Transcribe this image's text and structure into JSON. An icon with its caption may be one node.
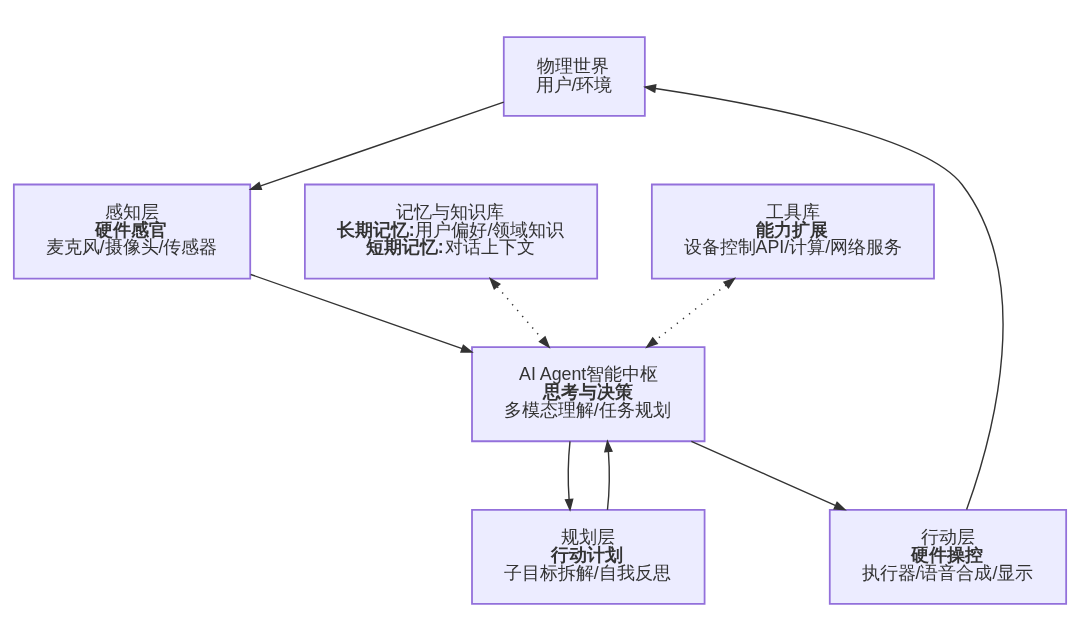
{
  "diagram": {
    "nodes": [
      {
        "text": [
          "物理世界",
          "用户/环境"
        ]
      },
      {
        "text": [
          "感知层",
          "硬件感官",
          "麦克风/摄像头/传感器"
        ]
      },
      {
        "text": [
          "记忆与知识库",
          "**长期记忆:**用户偏好/领域知识",
          "**短期记忆:**对话上下文"
        ]
      },
      {
        "text": [
          "工具库",
          "能力扩展",
          "设备控制API/计算/网络服务"
        ]
      },
      {
        "text": [
          "AI Agent智能中枢",
          "思考与决策",
          "多模态理解/任务规划"
        ]
      },
      {
        "text": [
          "规划层",
          "行动计划",
          "子目标拆解/自我反思"
        ]
      },
      {
        "text": [
          "行动层",
          "硬件操控",
          "执行器/语音合成/显示"
        ]
      }
    ],
    "edges": [
      {
        "from": 0,
        "to": 1,
        "arrow": "to"
      },
      {
        "from": 1,
        "to": 4,
        "arrow": "to"
      },
      {
        "from": 2,
        "to": 4,
        "arrow": "both",
        "style": "dashed"
      },
      {
        "from": 3,
        "to": 4,
        "arrow": "both",
        "style": "dashed"
      },
      {
        "from": 4,
        "to": 5,
        "arrow": "to"
      },
      {
        "from": 5,
        "to": 4,
        "arrow": "to"
      },
      {
        "from": 4,
        "to": 6,
        "arrow": "to"
      },
      {
        "from": 6,
        "to": 0,
        "arrow": "to"
      }
    ]
  }
}
